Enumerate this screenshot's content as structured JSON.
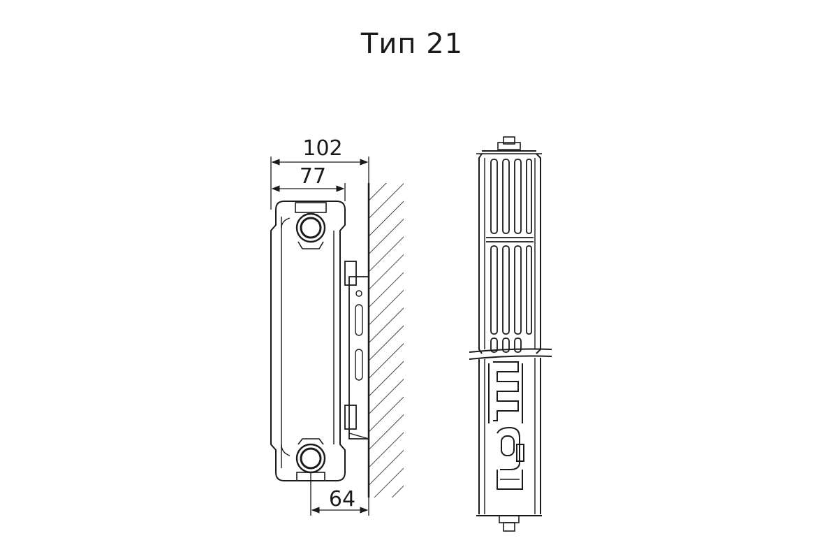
{
  "title": "Тип 21",
  "dimensions": {
    "total_depth": "102",
    "panel_depth": "77",
    "connection_offset": "64"
  }
}
